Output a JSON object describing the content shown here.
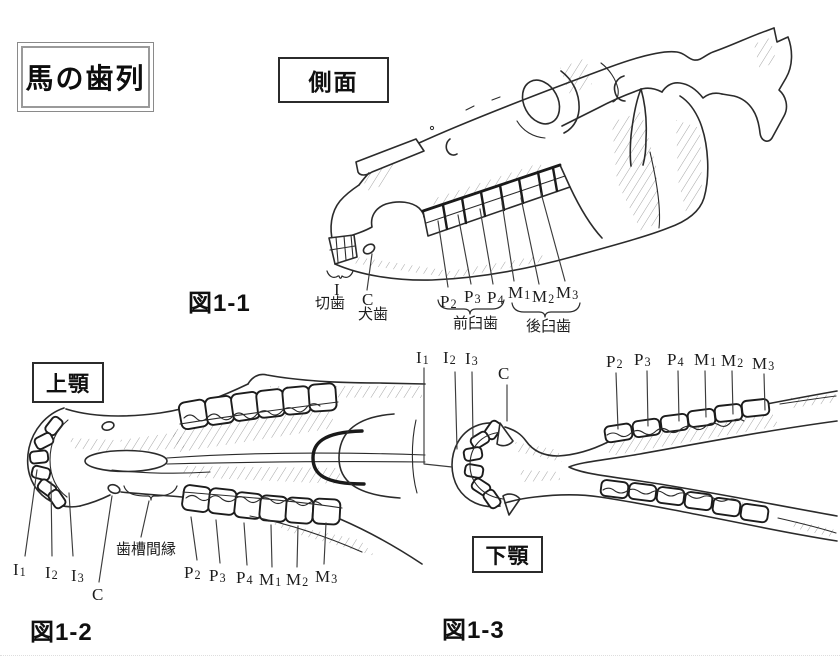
{
  "page": {
    "title": "馬の歯列"
  },
  "figures": {
    "side": {
      "view_label": "側面",
      "caption": "図1-1",
      "incisor": {
        "letter": "I",
        "name": "切歯"
      },
      "canine": {
        "letter": "C",
        "name": "犬歯"
      },
      "premolar_group": "前臼歯",
      "molar_group": "後臼歯",
      "cheek_teeth": [
        {
          "letter": "P",
          "sub": "2"
        },
        {
          "letter": "P",
          "sub": "3"
        },
        {
          "letter": "P",
          "sub": "4"
        },
        {
          "letter": "M",
          "sub": "1"
        },
        {
          "letter": "M",
          "sub": "2"
        },
        {
          "letter": "M",
          "sub": "3"
        }
      ]
    },
    "upper": {
      "view_label": "上顎",
      "caption": "図1-2",
      "interalveolar_margin": "歯槽間縁",
      "canine": {
        "letter": "C"
      },
      "incisors": [
        {
          "letter": "I",
          "sub": "1"
        },
        {
          "letter": "I",
          "sub": "2"
        },
        {
          "letter": "I",
          "sub": "3"
        }
      ],
      "cheek_teeth": [
        {
          "letter": "P",
          "sub": "2"
        },
        {
          "letter": "P",
          "sub": "3"
        },
        {
          "letter": "P",
          "sub": "4"
        },
        {
          "letter": "M",
          "sub": "1"
        },
        {
          "letter": "M",
          "sub": "2"
        },
        {
          "letter": "M",
          "sub": "3"
        }
      ]
    },
    "lower": {
      "view_label": "下顎",
      "caption": "図1-3",
      "canine": {
        "letter": "C"
      },
      "incisors": [
        {
          "letter": "I",
          "sub": "1"
        },
        {
          "letter": "I",
          "sub": "2"
        },
        {
          "letter": "I",
          "sub": "3"
        }
      ],
      "cheek_teeth": [
        {
          "letter": "P",
          "sub": "2"
        },
        {
          "letter": "P",
          "sub": "3"
        },
        {
          "letter": "P",
          "sub": "4"
        },
        {
          "letter": "M",
          "sub": "1"
        },
        {
          "letter": "M",
          "sub": "2"
        },
        {
          "letter": "M",
          "sub": "3"
        }
      ]
    }
  }
}
